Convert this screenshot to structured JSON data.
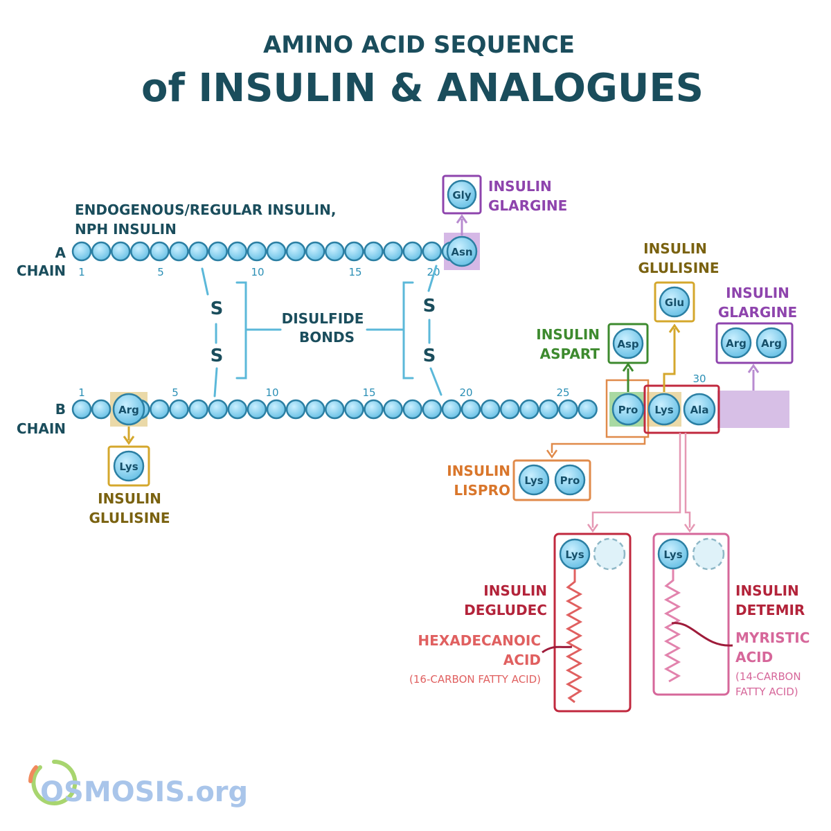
{
  "title": {
    "line1": "AMINO ACID SEQUENCE",
    "line2": "of INSULIN & ANALOGUES"
  },
  "chain_labels": {
    "a_letter": "A",
    "a_word": "CHAIN",
    "b_letter": "B",
    "b_word": "CHAIN"
  },
  "endogenous": {
    "line1": "ENDOGENOUS/REGULAR INSULIN,",
    "line2": "NPH INSULIN"
  },
  "a_chain_numbers": [
    "1",
    "5",
    "10",
    "15",
    "20"
  ],
  "b_chain_numbers": [
    "1",
    "5",
    "10",
    "15",
    "20",
    "25",
    "30"
  ],
  "disulfide": {
    "s": "S",
    "line1": "DISULFIDE",
    "line2": "BONDS"
  },
  "residues": {
    "asn": "Asn",
    "gly": "Gly",
    "arg": "Arg",
    "lys": "Lys",
    "pro": "Pro",
    "ala": "Ala",
    "asp": "Asp",
    "glu": "Glu"
  },
  "analogues": {
    "glargine_a": {
      "line1": "INSULIN",
      "line2": "GLARGINE"
    },
    "glulisine_top": {
      "line1": "INSULIN",
      "line2": "GLULISINE"
    },
    "glargine_b": {
      "line1": "INSULIN",
      "line2": "GLARGINE"
    },
    "aspart": {
      "line1": "INSULIN",
      "line2": "ASPART"
    },
    "glulisine_bottom": {
      "line1": "INSULIN",
      "line2": "GLULISINE"
    },
    "lispro": {
      "line1": "INSULIN",
      "line2": "LISPRO"
    },
    "degludec": {
      "line1": "INSULIN",
      "line2": "DEGLUDEC"
    },
    "detemir": {
      "line1": "INSULIN",
      "line2": "DETEMIR"
    }
  },
  "fatty_acids": {
    "hexadecanoic": {
      "line1": "HEXADECANOIC",
      "line2": "ACID",
      "note": "(16-CARBON FATTY ACID)"
    },
    "myristic": {
      "line1": "MYRISTIC",
      "line2": "ACID",
      "note1": "(14-CARBON",
      "note2": "FATTY ACID)"
    }
  },
  "logo": {
    "text": "OSMOSIS.org"
  },
  "colors": {
    "title": "#1a4d5c",
    "bead": "#8fd3ee",
    "bead_stroke": "#2b7fa3",
    "disulfide": "#5bb8d9",
    "glargine": "#8e44ad",
    "glulisine": "#7a6210",
    "aspart": "#3d8a2e",
    "lispro": "#d9762b",
    "degludec": "#c0283e",
    "detemir": "#d6679a",
    "fatty": "#e06060"
  }
}
